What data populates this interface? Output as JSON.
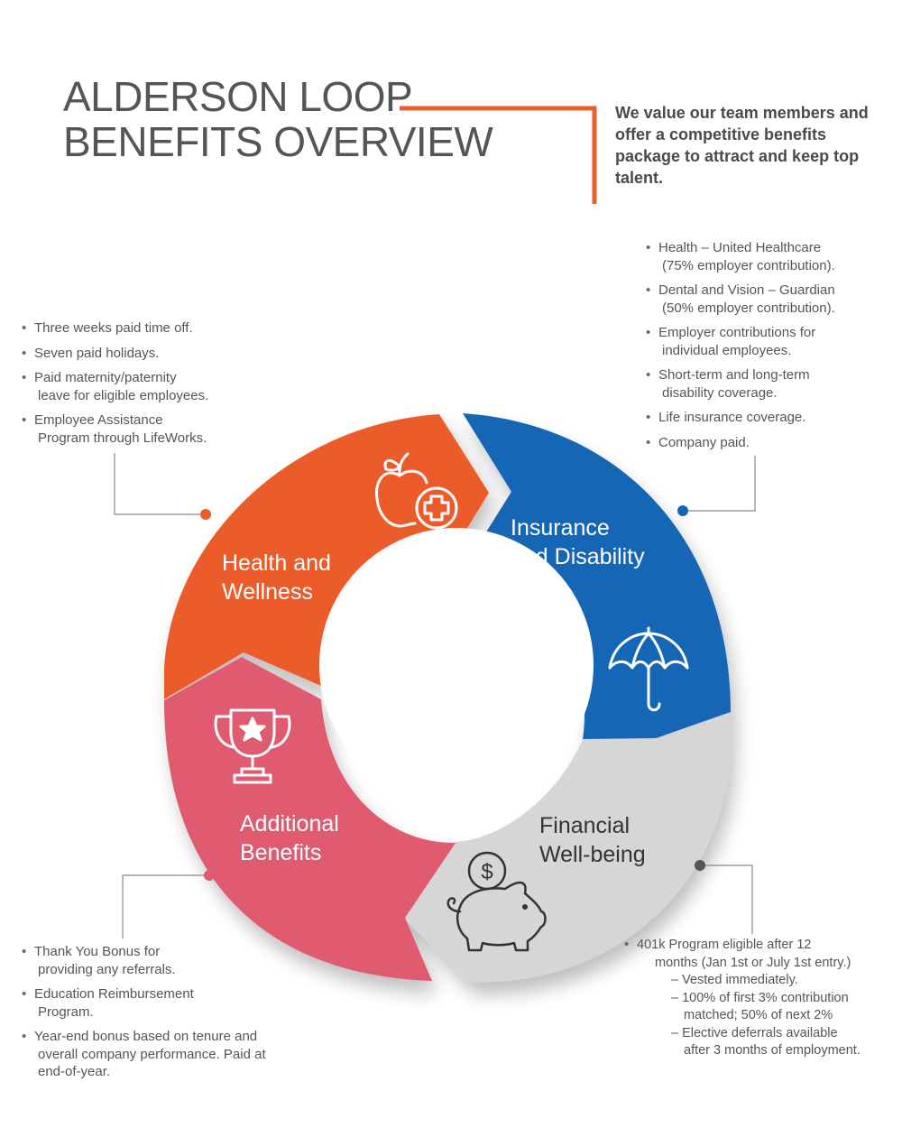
{
  "header": {
    "title_line1": "ALDERSON LOOP",
    "title_line2": "BENEFITS OVERVIEW",
    "tagline": "We value our team members and offer a competitive benefits package to attract and keep top talent."
  },
  "colors": {
    "health": "#ec5c2a",
    "insurance": "#1466b6",
    "financial": "#d6d6d6",
    "additional": "#e05a6f",
    "accent_line": "#e8612c",
    "connector": "#888888"
  },
  "segments": {
    "health": {
      "label_line1": "Health and",
      "label_line2": "Wellness",
      "icon": "apple-plus-icon"
    },
    "insurance": {
      "label_line1": "Insurance",
      "label_line2": "and Disability",
      "icon": "umbrella-icon"
    },
    "financial": {
      "label_line1": "Financial",
      "label_line2": "Well-being",
      "icon": "piggy-bank-icon",
      "coin_symbol": "$"
    },
    "additional": {
      "label_line1": "Additional",
      "label_line2": "Benefits",
      "icon": "trophy-icon"
    }
  },
  "health_list": [
    [
      "Three weeks paid time off."
    ],
    [
      "Seven paid holidays."
    ],
    [
      "Paid maternity/paternity",
      "leave for eligible employees."
    ],
    [
      "Employee Assistance",
      "Program through LifeWorks."
    ]
  ],
  "insurance_list": [
    [
      "Health – United Healthcare",
      "(75% employer contribution)."
    ],
    [
      "Dental and Vision – Guardian",
      "(50% employer contribution)."
    ],
    [
      "Employer contributions for",
      "individual employees."
    ],
    [
      "Short-term and long-term",
      "disability coverage."
    ],
    [
      "Life insurance coverage."
    ],
    [
      "Company paid."
    ]
  ],
  "additional_list": [
    [
      "Thank You Bonus for",
      "providing any referrals."
    ],
    [
      "Education Reimbursement",
      "Program."
    ],
    [
      "Year-end bonus based on tenure and",
      "overall company performance. Paid at",
      "end-of-year."
    ]
  ],
  "financial_list": {
    "main": [
      "401k Program eligible after 12",
      "months (Jan 1st or July 1st entry.)"
    ],
    "sub": [
      [
        "– Vested immediately."
      ],
      [
        "– 100% of first 3% contribution",
        "matched; 50% of next 2%"
      ],
      [
        "– Elective deferrals available",
        "after 3 months of employment."
      ]
    ]
  }
}
